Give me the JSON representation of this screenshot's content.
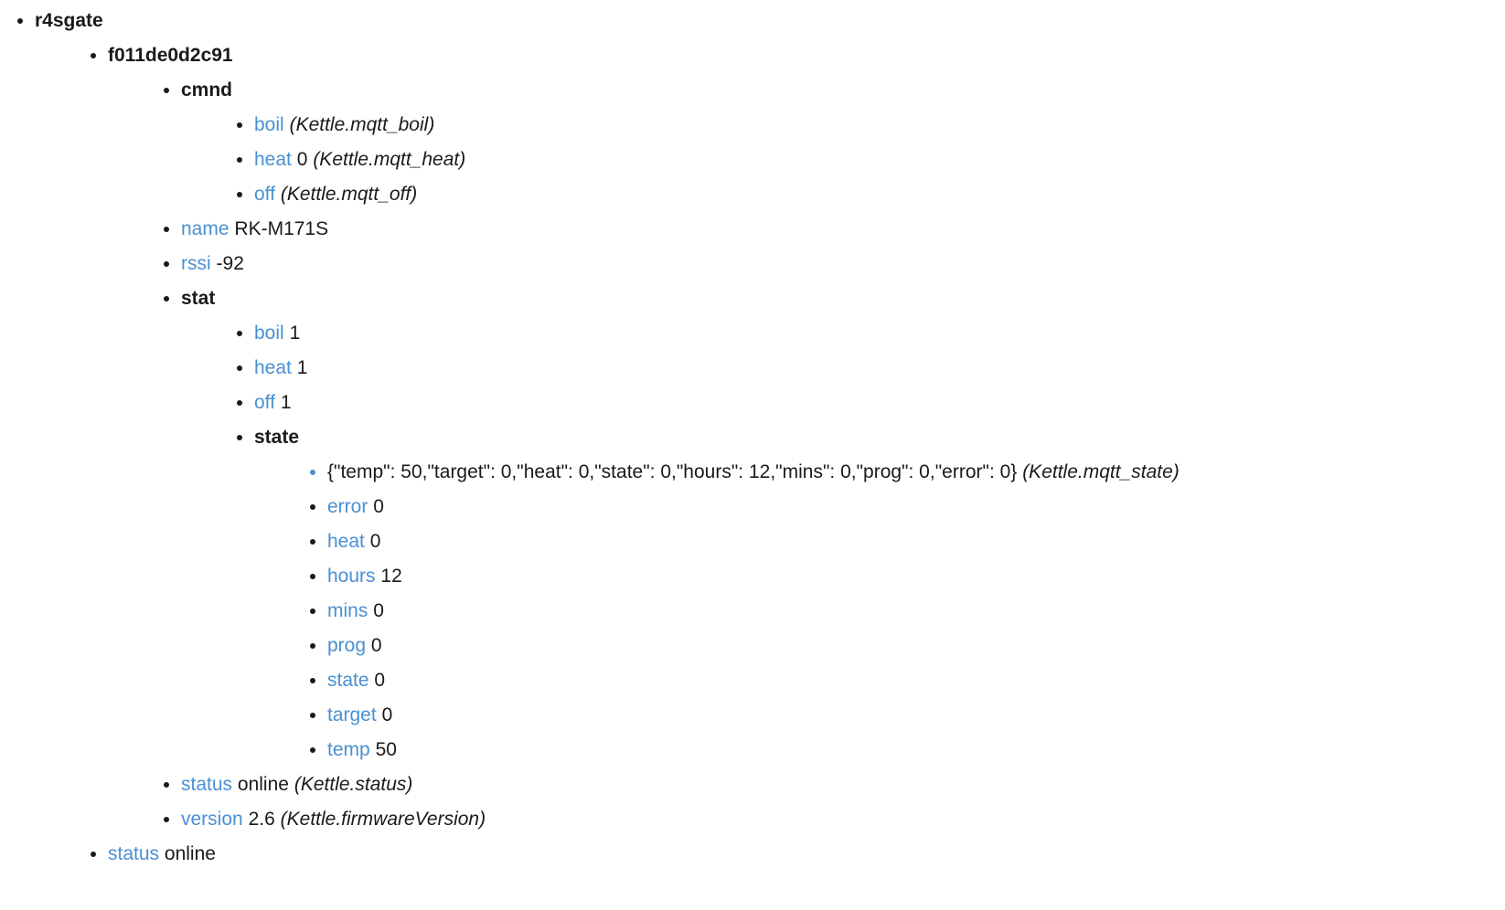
{
  "colors": {
    "link_blue": "#4a90d2",
    "text": "#1a1a1a",
    "background": "#ffffff"
  },
  "tree": [
    {
      "label": "r4sgate",
      "style": "bold",
      "children": [
        {
          "label": "f011de0d2c91",
          "style": "bold",
          "children": [
            {
              "label": "cmnd",
              "style": "bold",
              "children": [
                {
                  "label": "boil",
                  "style": "link",
                  "annotation": "(Kettle.mqtt_boil)"
                },
                {
                  "label": "heat",
                  "style": "link",
                  "value": "0",
                  "annotation": "(Kettle.mqtt_heat)"
                },
                {
                  "label": "off",
                  "style": "link",
                  "annotation": "(Kettle.mqtt_off)"
                }
              ]
            },
            {
              "label": "name",
              "style": "link",
              "value": "RK-M171S"
            },
            {
              "label": "rssi",
              "style": "link",
              "value": "-92"
            },
            {
              "label": "stat",
              "style": "bold",
              "children": [
                {
                  "label": "boil",
                  "style": "link",
                  "value": "1"
                },
                {
                  "label": "heat",
                  "style": "link",
                  "value": "1"
                },
                {
                  "label": "off",
                  "style": "link",
                  "value": "1"
                },
                {
                  "label": "state",
                  "style": "bold",
                  "children": [
                    {
                      "label": "{\"temp\": 50,\"target\": 0,\"heat\": 0,\"state\": 0,\"hours\": 12,\"mins\": 0,\"prog\": 0,\"error\": 0}",
                      "style": "message",
                      "annotation": "(Kettle.mqtt_state)",
                      "bullet": "link"
                    },
                    {
                      "label": "error",
                      "style": "link",
                      "value": "0"
                    },
                    {
                      "label": "heat",
                      "style": "link",
                      "value": "0"
                    },
                    {
                      "label": "hours",
                      "style": "link",
                      "value": "12"
                    },
                    {
                      "label": "mins",
                      "style": "link",
                      "value": "0"
                    },
                    {
                      "label": "prog",
                      "style": "link",
                      "value": "0"
                    },
                    {
                      "label": "state",
                      "style": "link",
                      "value": "0"
                    },
                    {
                      "label": "target",
                      "style": "link",
                      "value": "0"
                    },
                    {
                      "label": "temp",
                      "style": "link",
                      "value": "50"
                    }
                  ]
                }
              ]
            },
            {
              "label": "status",
              "style": "link",
              "value": "online",
              "annotation": "(Kettle.status)"
            },
            {
              "label": "version",
              "style": "link",
              "value": "2.6",
              "annotation": "(Kettle.firmwareVersion)"
            }
          ]
        },
        {
          "label": "status",
          "style": "link",
          "value": "online"
        }
      ]
    }
  ]
}
